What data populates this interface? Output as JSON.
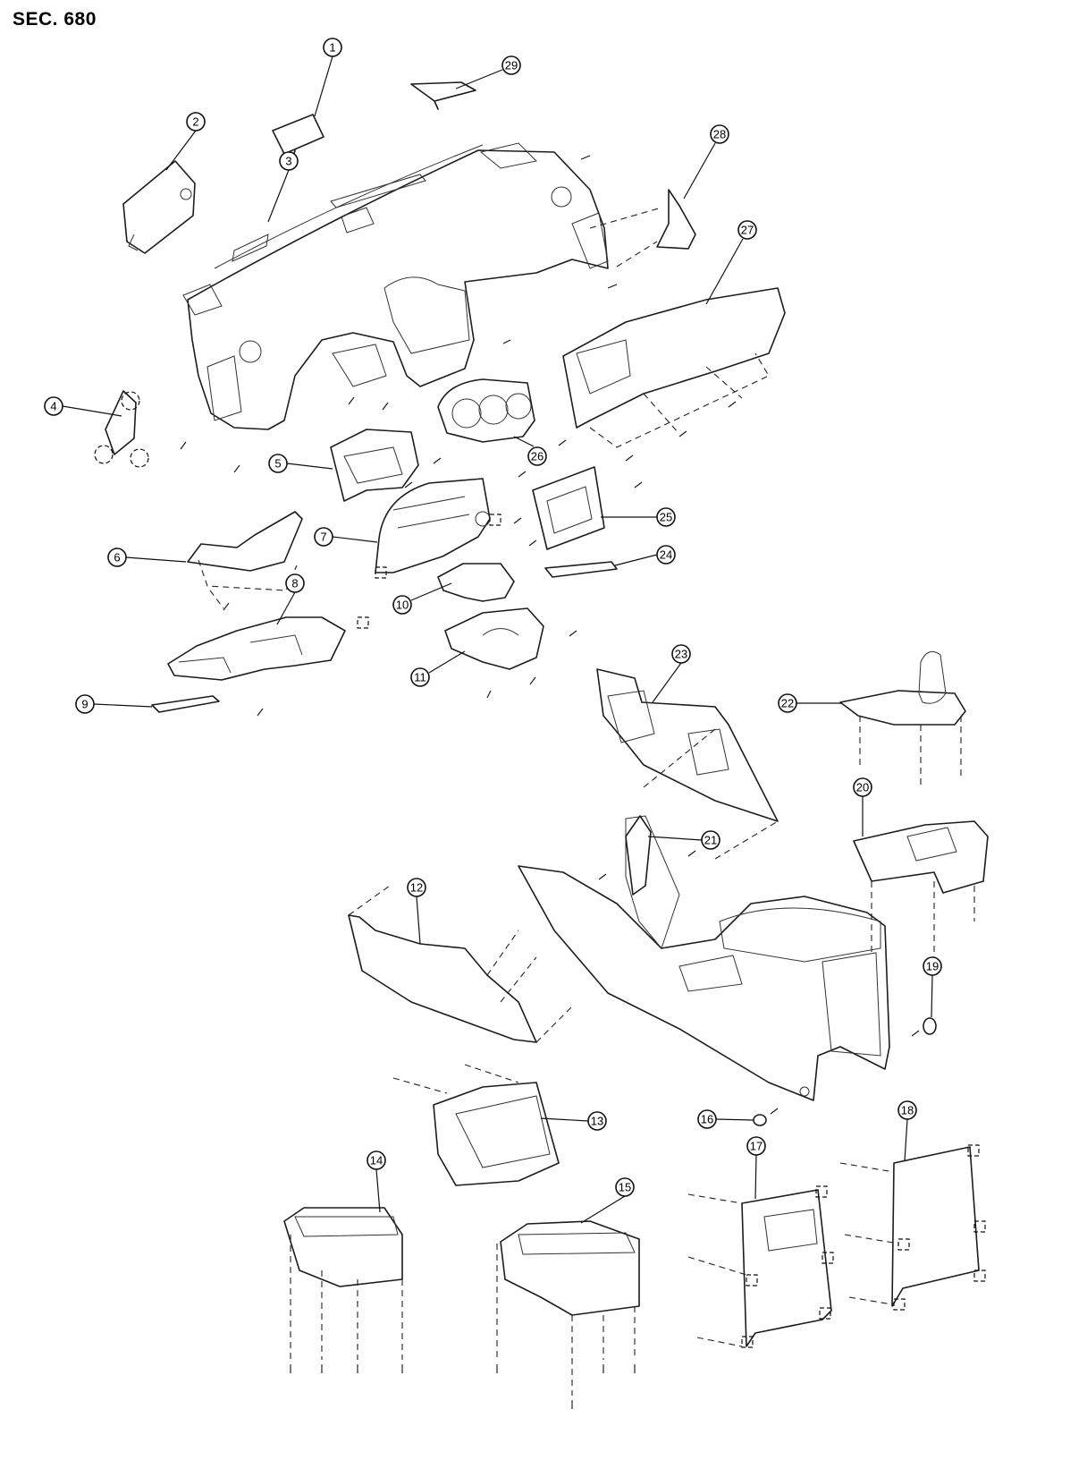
{
  "title": "SEC. 680",
  "callouts": [
    "1",
    "2",
    "3",
    "4",
    "5",
    "6",
    "7",
    "8",
    "9",
    "10",
    "11",
    "12",
    "13",
    "14",
    "15",
    "16",
    "17",
    "18",
    "19",
    "20",
    "21",
    "22",
    "23",
    "24",
    "25",
    "26",
    "27",
    "28",
    "29"
  ]
}
